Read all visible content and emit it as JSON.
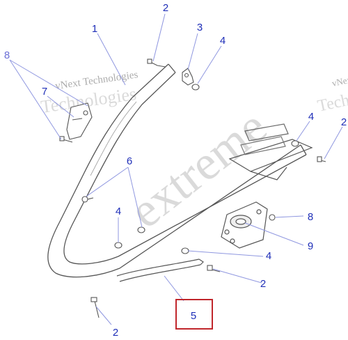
{
  "callouts": {
    "c1": "1",
    "c2a": "2",
    "c3": "3",
    "c4a": "4",
    "c8a": "8",
    "c7": "7",
    "c4b": "4",
    "c2b": "2",
    "c6": "6",
    "c4c": "4",
    "c8b": "8",
    "c9": "9",
    "c4d": "4",
    "c2c": "2",
    "c5": "5",
    "c2d": "2"
  },
  "watermarks": {
    "brand_top": "vNext Technologies",
    "brand_right": "vNext",
    "techno_right": "Techno",
    "techno_left": "Technologies",
    "extreme": "extreme"
  },
  "colors": {
    "callout_text": "#1f2fb8",
    "leader_line": "#8f97e0",
    "highlight_box": "#c0262b",
    "part_stroke": "#555555"
  }
}
